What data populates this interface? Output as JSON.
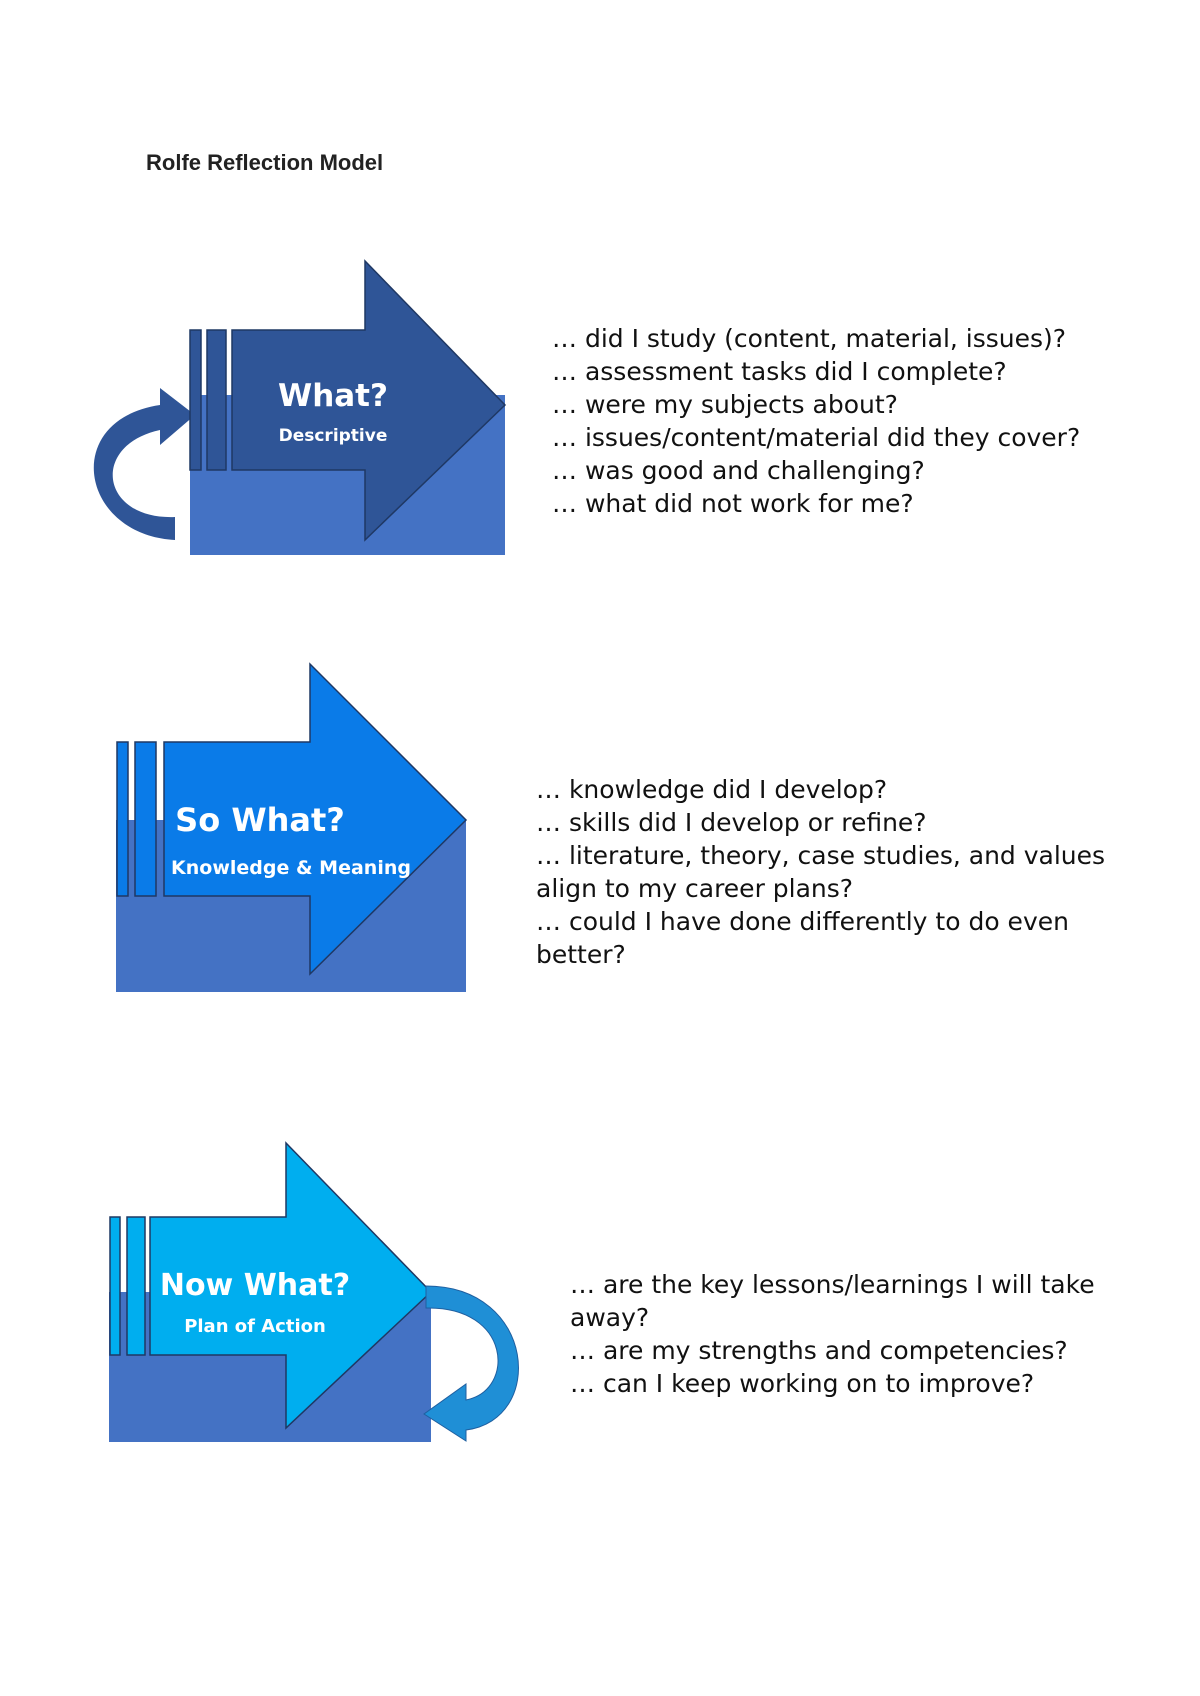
{
  "title": "Rolfe Reflection Model",
  "stages": [
    {
      "heading": "What?",
      "subheading": "Descriptive",
      "arrow_color": "#2F5597",
      "questions": [
        "… did I study (content, material, issues)?",
        "… assessment tasks did I complete?",
        "… were my subjects about?",
        "… issues/content/material did they cover?",
        "… was good and challenging?",
        "… what did not work for me?"
      ]
    },
    {
      "heading": "So What?",
      "subheading": "Knowledge & Meaning",
      "arrow_color": "#0A7BE8",
      "questions": [
        "… knowledge did I develop?",
        "… skills did I develop or refine?",
        "… literature, theory, case studies, and values align to my career plans?",
        "… could I have done differently to do even better?"
      ]
    },
    {
      "heading": "Now What?",
      "subheading": "Plan of Action",
      "arrow_color": "#00AEEF",
      "questions": [
        "… are the key lessons/learnings I will take away?",
        "… are my strengths and competencies?",
        "… can I keep working on to improve?"
      ]
    }
  ],
  "colors": {
    "base_block": "#4472C4",
    "loop_arrow_1": "#2F5597",
    "loop_arrow_3": "#1F8FD6"
  }
}
